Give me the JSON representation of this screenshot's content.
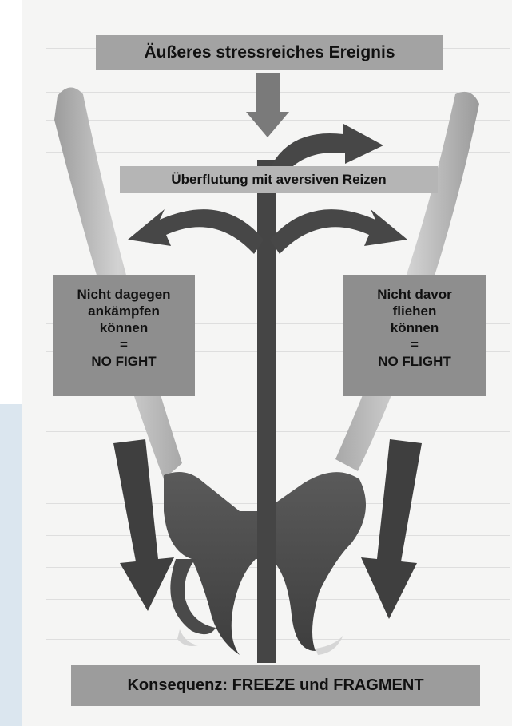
{
  "diagram": {
    "top_event": "Äußeres stressreiches Ereignis",
    "flood": "Überflutung mit aversiven Reizen",
    "left_box": {
      "line1": "Nicht dagegen",
      "line2": "ankämpfen",
      "line3": "können",
      "line4": "=",
      "line5": "NO FIGHT"
    },
    "right_box": {
      "line1": "Nicht davor",
      "line2": "fliehen",
      "line3": "können",
      "line4": "=",
      "line5": "NO FLIGHT"
    },
    "consequence": "Konsequenz: FREEZE und FRAGMENT"
  },
  "colors": {
    "background": "#f4f4f3",
    "sidebar_blue": "#dbe6ef",
    "box_gray": "#9a9a9a",
    "arrow_dark": "#4a4a4a",
    "hand_dark": "#555555",
    "finger_light": "#b9b9b9"
  }
}
